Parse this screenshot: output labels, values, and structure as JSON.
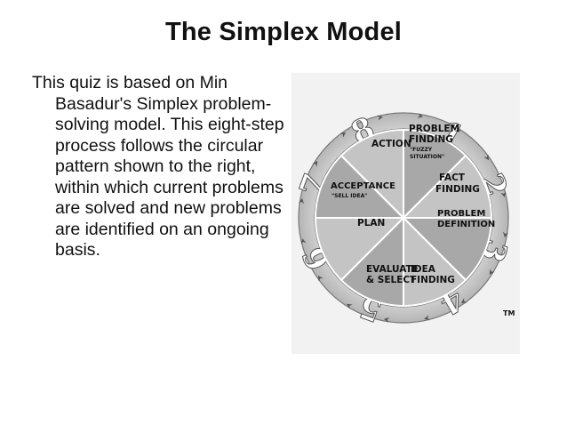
{
  "slide": {
    "title": "The Simplex Model",
    "body": "This quiz is based on Min Basadur's Simplex problem-solving model. This eight-step process follows the circular pattern shown to the right, within which current problems are solved and new problems are identified on an ongoing basis."
  },
  "diagram": {
    "steps": [
      {
        "number": "1",
        "label": [
          "PROBLEM",
          "FINDING"
        ],
        "note": [
          "\"FUZZY",
          "SITUATION\""
        ]
      },
      {
        "number": "2",
        "label": [
          "FACT",
          "FINDING"
        ]
      },
      {
        "number": "3",
        "label": [
          "PROBLEM",
          "DEFINITION"
        ]
      },
      {
        "number": "4",
        "label": [
          "IDEA",
          "FINDING"
        ]
      },
      {
        "number": "5",
        "label": [
          "EVALUATE",
          "& SELECT"
        ]
      },
      {
        "number": "6",
        "label": [
          "PLAN"
        ]
      },
      {
        "number": "7",
        "label": [
          "ACCEPTANCE"
        ],
        "note": [
          "\"SELL IDEA\""
        ]
      },
      {
        "number": "8",
        "label": [
          "ACTION"
        ]
      }
    ],
    "trademark": "TM",
    "colors": {
      "wedge": "#9a9a9a",
      "ring": "#c8c8c8",
      "text": "#111111"
    }
  }
}
